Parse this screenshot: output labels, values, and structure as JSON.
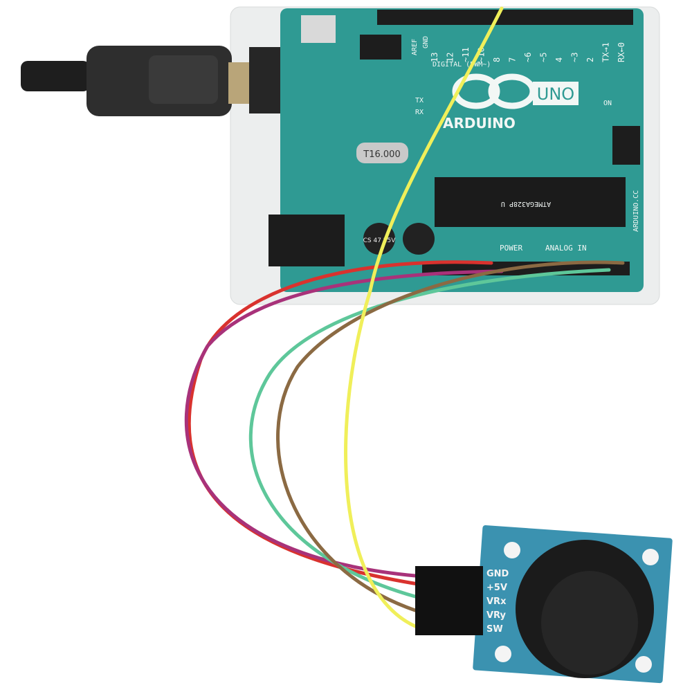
{
  "board": {
    "brand": "ARDUINO",
    "model": "UNO",
    "website": "ARDUINO.CC",
    "digital_label": "DIGITAL (PWM~)",
    "power_label": "POWER",
    "analog_label": "ANALOG IN",
    "crystal": "T16.000",
    "chip": "ATMEGA328P U",
    "cap_label": "CS 47 25V",
    "tx": "TX",
    "rx": "RX",
    "on": "ON",
    "aref": "AREF",
    "gnd": "GND",
    "digital_pins": [
      "13",
      "12",
      "~11",
      "~10",
      "8",
      "7",
      "~6",
      "~5",
      "4",
      "~3",
      "2",
      "TX→1",
      "RX←0"
    ]
  },
  "joystick": {
    "pins": [
      "GND",
      "+5V",
      "VRx",
      "VRy",
      "SW"
    ]
  },
  "wires": {
    "red": "#d9322e",
    "purple": "#a8327a",
    "green": "#5ec79a",
    "brown": "#8b6a43",
    "yellow": "#f0ef5a"
  },
  "colors": {
    "pcb": "#2f9a93",
    "joystick_pcb": "#3b92b0",
    "usb": "#2b2b2b"
  }
}
